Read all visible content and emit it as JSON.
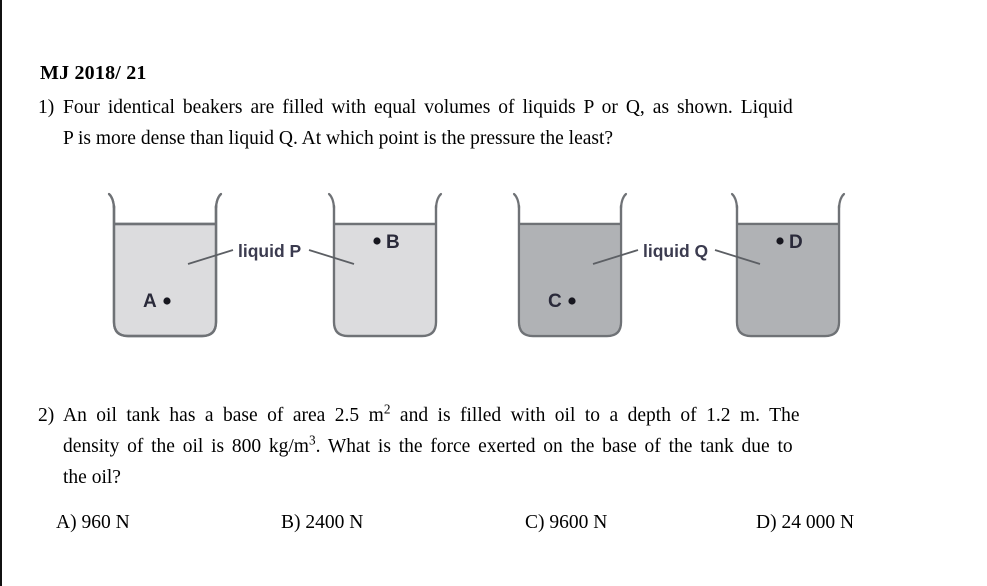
{
  "document": {
    "heading": "MJ 2018/ 21"
  },
  "questions": [
    {
      "number": "1)",
      "lines": [
        "Four identical beakers are filled with equal volumes of liquids  P  or  Q, as shown. Liquid",
        "P  is more dense than liquid  Q. At which point is the pressure the least?"
      ]
    },
    {
      "number": "2)",
      "line1_part1": "An oil tank has a base of area  2.5 m",
      "line1_sup1": "2",
      "line1_part2": "  and is filled with oil to a depth of  1.2 m. The",
      "line2_part1": "density of the oil is  800 kg/m",
      "line2_sup1": "3",
      "line2_part2": ". What is the force exerted on the base of the tank due to",
      "line3": "the oil?"
    }
  ],
  "figure": {
    "label_p": "liquid P",
    "label_q": "liquid Q",
    "label_color": "#3b3b4f",
    "liquid_p_color": "#dcdcde",
    "liquid_q_color": "#b0b2b5",
    "outline_color": "#6f7276",
    "beakers": [
      {
        "id": "beaker-a",
        "liquid": "P",
        "point_label": "A",
        "point_position": "bottom-left",
        "dot_side": "right"
      },
      {
        "id": "beaker-b",
        "liquid": "P",
        "point_label": "B",
        "point_position": "top-right",
        "dot_side": "left"
      },
      {
        "id": "beaker-c",
        "liquid": "Q",
        "point_label": "C",
        "point_position": "bottom-left",
        "dot_side": "right"
      },
      {
        "id": "beaker-d",
        "liquid": "Q",
        "point_label": "D",
        "point_position": "top-right",
        "dot_side": "left"
      }
    ]
  },
  "options": [
    {
      "key": "A)",
      "text": "A) 960 N"
    },
    {
      "key": "B)",
      "text": "B) 2400 N"
    },
    {
      "key": "C)",
      "text": "C) 9600 N"
    },
    {
      "key": "D)",
      "text": "D) 24 000 N"
    }
  ]
}
